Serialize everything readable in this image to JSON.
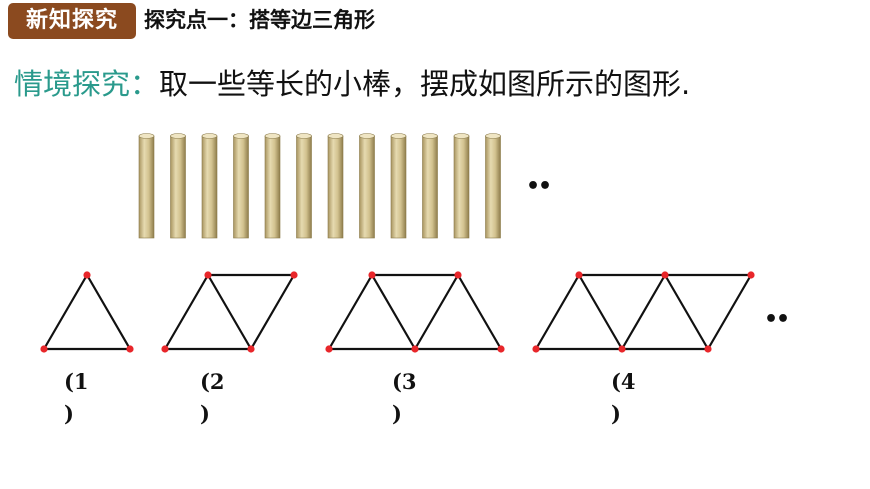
{
  "header": {
    "badge": "新知探究",
    "title": "探究点一：搭等边三角形"
  },
  "scenario": {
    "lead": "情境探究：",
    "text": "取一些等长的小棒，摆成如图所示的图形."
  },
  "sticks": {
    "count": 12,
    "ellipsis": "••"
  },
  "colors": {
    "badge": "#8b4a1f",
    "lead": "#2a9a8c",
    "stick": "#c9b98a",
    "vertex": "#e8262a"
  },
  "figures": {
    "ellipsis": "••",
    "items": [
      {
        "triangles": 1,
        "label_open": "(1",
        "label_close": ")"
      },
      {
        "triangles": 2,
        "label_open": "(2",
        "label_close": ")"
      },
      {
        "triangles": 3,
        "label_open": "(3",
        "label_close": ")"
      },
      {
        "triangles": 4,
        "label_open": "(4",
        "label_close": ")"
      }
    ]
  }
}
